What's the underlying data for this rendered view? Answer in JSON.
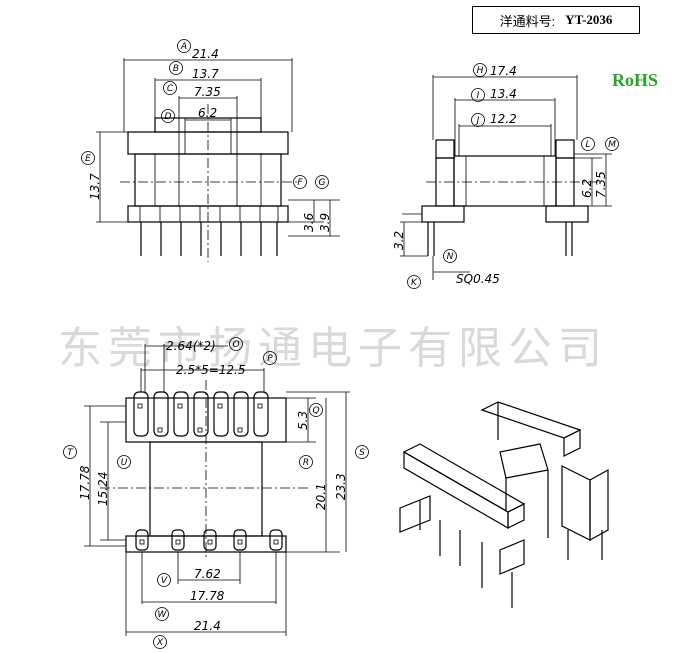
{
  "header": {
    "part_label": "洋通料号:",
    "part_number": "YT-2036"
  },
  "rohs": "RoHS",
  "watermark": "东莞市扬通电子有限公司",
  "front_view": {
    "dims": {
      "A": "21.4",
      "B": "13.7",
      "C": "7.35",
      "D": "6.2",
      "E": "13.7",
      "F": "3.6",
      "G": "3.9"
    }
  },
  "side_view": {
    "dims": {
      "H": "17.4",
      "I": "13.4",
      "J": "12.2",
      "L": "6.2",
      "M": "7.35",
      "K": "3.2",
      "N": "SQ0.45"
    }
  },
  "bottom_view": {
    "dims": {
      "O": "2.64(*2)",
      "P": "2.5*5=12.5",
      "Q": "5.3",
      "R": "20.1",
      "S": "23.3",
      "T": "17.78",
      "U": "15.24",
      "V": "7.62",
      "W": "17.78",
      "X": "21.4"
    }
  },
  "circle_labels": [
    "A",
    "B",
    "C",
    "D",
    "E",
    "F",
    "G",
    "H",
    "I",
    "J",
    "K",
    "L",
    "M",
    "N",
    "O",
    "P",
    "Q",
    "R",
    "S",
    "T",
    "U",
    "V",
    "W",
    "X"
  ]
}
